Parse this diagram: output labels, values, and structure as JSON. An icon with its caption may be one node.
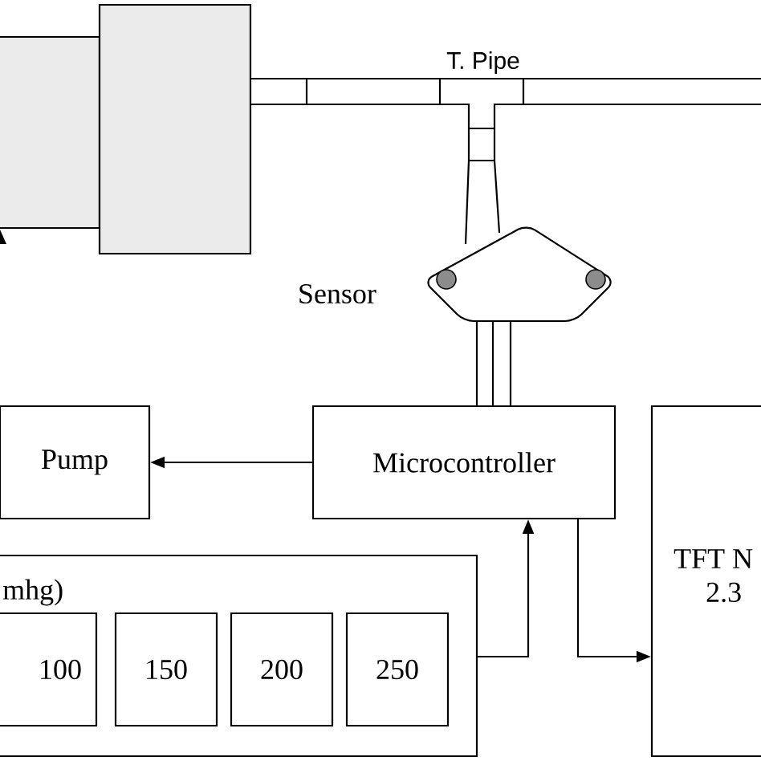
{
  "diagram": {
    "nodes": [
      {
        "text": [
          "Sensor"
        ]
      },
      {
        "text": [
          "Pump"
        ]
      },
      {
        "text": [
          "Microcontroller"
        ]
      },
      {
        "text": [
          "TFT N",
          "2.3"
        ]
      },
      {
        "text": [
          "mhg)"
        ]
      },
      {
        "text": [
          "100"
        ],
        "in": 4
      },
      {
        "text": [
          "150"
        ],
        "in": 4
      },
      {
        "text": [
          "200"
        ],
        "in": 4
      },
      {
        "text": [
          "250"
        ],
        "in": 4
      }
    ],
    "edges": [
      {
        "from": 0,
        "to": 2,
        "arrow": "none"
      },
      {
        "from": 2,
        "to": 1,
        "arrow": "to"
      },
      {
        "from": 4,
        "to": 2,
        "arrow": "to"
      },
      {
        "from": 2,
        "to": 3,
        "arrow": "to"
      }
    ],
    "labels": [
      "T. Pipe"
    ]
  }
}
